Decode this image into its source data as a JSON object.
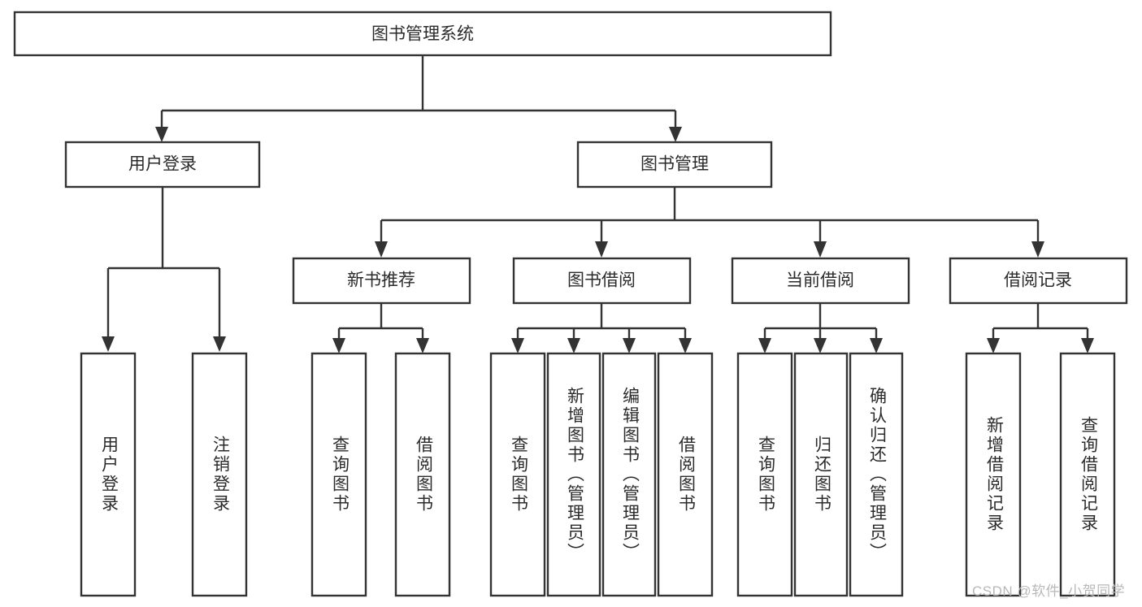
{
  "diagram": {
    "type": "tree",
    "title": "图书管理系统",
    "orientation": "top-down",
    "colors": {
      "stroke": "#333333",
      "box_fill": "#ffffff",
      "text": "#2b2b2b",
      "background": "#ffffff",
      "watermark": "#b8b8b8"
    },
    "root": {
      "label": "图书管理系统"
    },
    "level2": [
      {
        "label": "用户登录"
      },
      {
        "label": "图书管理"
      }
    ],
    "level3": [
      {
        "label": "新书推荐"
      },
      {
        "label": "图书借阅"
      },
      {
        "label": "当前借阅"
      },
      {
        "label": "借阅记录"
      }
    ],
    "leaves": {
      "user_login": [
        {
          "label": "用户登录"
        },
        {
          "label": "注销登录"
        }
      ],
      "new_book_recommend": [
        {
          "label": "查询图书"
        },
        {
          "label": "借阅图书"
        }
      ],
      "book_borrow": [
        {
          "label": "查询图书"
        },
        {
          "label": "新增图书（管理员）"
        },
        {
          "label": "编辑图书（管理员）"
        },
        {
          "label": "借阅图书"
        }
      ],
      "current_borrow": [
        {
          "label": "查询图书"
        },
        {
          "label": "归还图书"
        },
        {
          "label": "确认归还（管理员）"
        }
      ],
      "borrow_record": [
        {
          "label": "新增借阅记录"
        },
        {
          "label": "查询借阅记录"
        }
      ]
    },
    "watermark": "CSDN @软件_小贺同学"
  }
}
